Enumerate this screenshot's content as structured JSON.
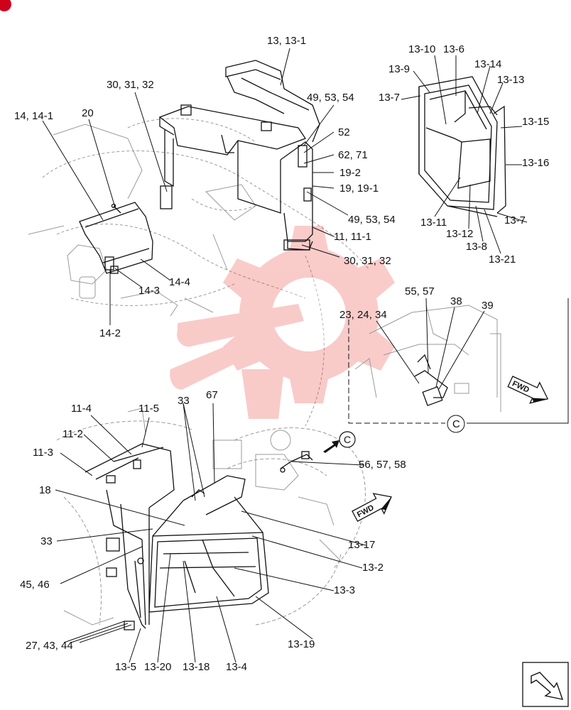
{
  "colors": {
    "line": "#111111",
    "faint_line": "#9a9a9a",
    "watermark": "#e9483f",
    "corner_mark": "#d0021b"
  },
  "icons": {
    "fwd_arrow": "fwd-arrow-icon",
    "nav_corner": "nav-arrow-icon",
    "watermark": "gear-wrench-logo"
  },
  "fwd_label": "FWD",
  "callout_letter": "C",
  "labels": {
    "l_13_13_1": "13, 13-1",
    "l_30_31_32_top": "30, 31, 32",
    "l_14_14_1": "14, 14-1",
    "l_20": "20",
    "l_49_53_54_top": "49, 53, 54",
    "l_52": "52",
    "l_62_71": "62, 71",
    "l_19_2": "19-2",
    "l_19_19_1": "19, 19-1",
    "l_49_53_54_mid": "49, 53, 54",
    "l_11_11_1": "11, 11-1",
    "l_30_31_32_mid": "30, 31, 32",
    "l_14_4": "14-4",
    "l_14_3": "14-3",
    "l_14_2": "14-2",
    "l_13_10": "13-10",
    "l_13_6": "13-6",
    "l_13_9": "13-9",
    "l_13_14": "13-14",
    "l_13_13": "13-13",
    "l_13_7_top": "13-7",
    "l_13_15": "13-15",
    "l_13_16": "13-16",
    "l_13_11": "13-11",
    "l_13_7_bot": "13-7",
    "l_13_12": "13-12",
    "l_13_8": "13-8",
    "l_13_21": "13-21",
    "l_55_57": "55, 57",
    "l_38": "38",
    "l_39": "39",
    "l_23_24_34": "23, 24, 34",
    "l_33_top": "33",
    "l_67": "67",
    "l_11_4": "11-4",
    "l_11_5": "11-5",
    "l_11_2": "11-2",
    "l_11_3": "11-3",
    "l_56_57_58": "56, 57, 58",
    "l_18": "18",
    "l_33_left": "33",
    "l_13_17": "13-17",
    "l_13_2": "13-2",
    "l_45_46": "45, 46",
    "l_13_3": "13-3",
    "l_27_43_44": "27, 43, 44",
    "l_13_19": "13-19",
    "l_13_5": "13-5",
    "l_13_20": "13-20",
    "l_13_18": "13-18",
    "l_13_4": "13-4"
  }
}
